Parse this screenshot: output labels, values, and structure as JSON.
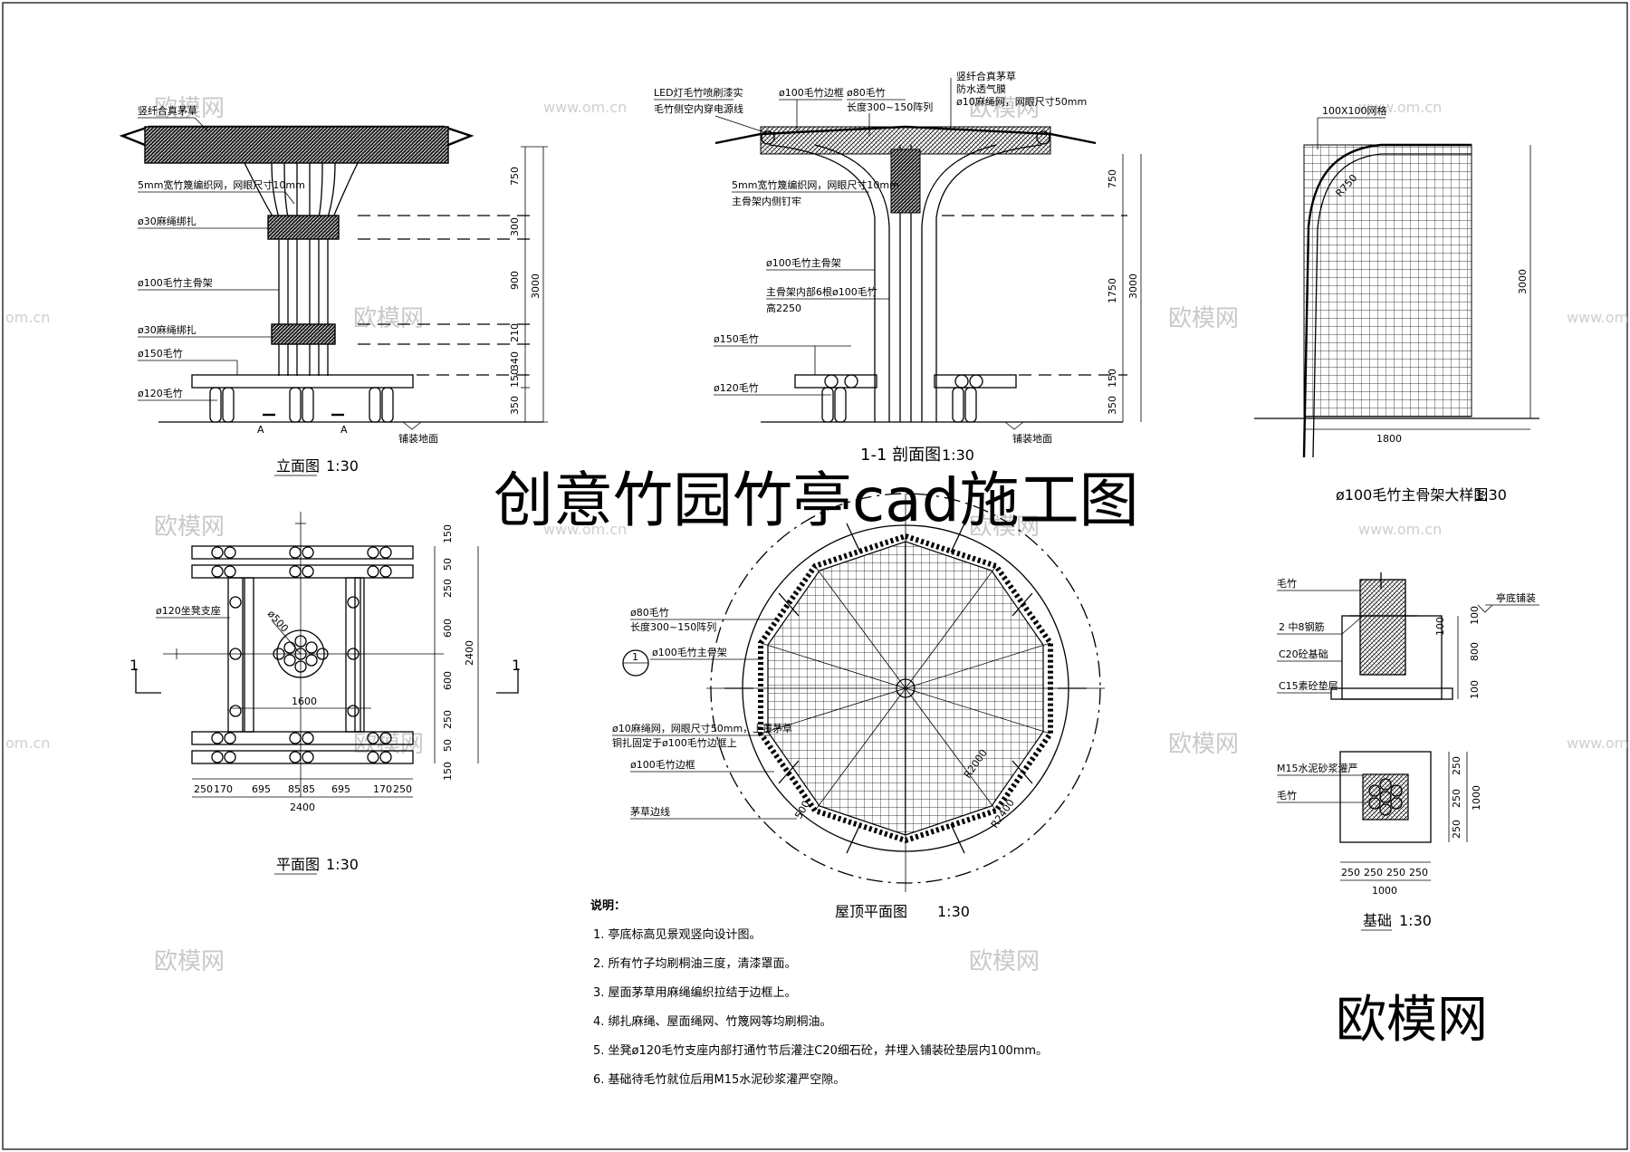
{
  "title": "创意竹园竹亭cad施工图",
  "brand": "欧模网",
  "watermark": {
    "logo": "欧模网",
    "url": "www.om.cn",
    "short": "om.cn"
  },
  "elevation": {
    "caption": "立面图",
    "scale": "1:30",
    "labels": [
      "竖纤合真茅草",
      "5mm宽竹篾编织网，网眼尺寸10mm",
      "ø30麻绳绑扎",
      "ø100毛竹主骨架",
      "ø30麻绳绑扎",
      "ø150毛竹",
      "ø120毛竹"
    ],
    "dims": [
      "750",
      "300",
      "900",
      "210",
      "340",
      "150",
      "350"
    ],
    "total": "3000",
    "section_mark": "A",
    "ground": "铺装地面"
  },
  "section": {
    "caption": "1-1 剖面图",
    "scale": "1:30",
    "labels_top": [
      "LED灯毛竹喷刷漆实",
      "毛竹侧空内穿电源线",
      "ø100毛竹边框",
      "ø80毛竹",
      "长度300~150阵列",
      "竖纤合真茅草",
      "防水透气膜",
      "ø10麻绳网，网眼尺寸50mm"
    ],
    "labels_left": [
      "5mm宽竹篾编织网，网眼尺寸10mm",
      "主骨架内侧钉牢",
      "ø100毛竹主骨架",
      "主骨架内部6根ø100毛竹",
      "高2250",
      "ø150毛竹",
      "ø120毛竹"
    ],
    "dims": [
      "750",
      "1750",
      "150",
      "350"
    ],
    "total": "3000",
    "ground": "铺装地面"
  },
  "frame_detail": {
    "caption": "ø100毛竹主骨架大样图",
    "scale": "1:30",
    "grid_label": "100X100网格",
    "radius": "R750",
    "width": "1800",
    "height": "3000"
  },
  "plan": {
    "caption": "平面图",
    "scale": "1:30",
    "labels": [
      "ø120坐凳支座",
      "ø500"
    ],
    "dims_right": [
      "150",
      "50",
      "250",
      "600",
      "600",
      "250",
      "50",
      "150"
    ],
    "total_right": "2400",
    "inner_width": "1600",
    "dims_bottom": [
      "250",
      "170",
      "695",
      "85",
      "85",
      "695",
      "170",
      "250"
    ],
    "total_bottom": "2400",
    "cut_mark": "1"
  },
  "roof": {
    "caption": "屋顶平面图",
    "scale": "1:30",
    "index": "1",
    "labels": [
      "ø80毛竹",
      "长度300~150阵列",
      "ø100毛竹主骨架",
      "ø10麻绳网，网眼尺寸50mm，上覆茅草",
      "铜扎固定于ø100毛竹边框上",
      "ø100毛竹边框",
      "茅草边线"
    ],
    "dims": [
      "500",
      "R2400",
      "R2000"
    ]
  },
  "foundation": {
    "caption": "基础",
    "scale": "1:30",
    "labels": [
      "毛竹",
      "亭底铺装",
      "2 中8钢筋",
      "C20砼基础",
      "C15素砼垫层",
      "M15水泥砂浆灌严",
      "毛竹"
    ],
    "dims_section": [
      "100",
      "100",
      "800",
      "100"
    ],
    "dims_plan_right": [
      "250",
      "250",
      "250"
    ],
    "total_right": "1000",
    "dims_plan_bottom": [
      "250",
      "250",
      "250",
      "250"
    ],
    "total_bottom": "1000"
  },
  "notes": {
    "heading": "说明：",
    "items": [
      "1.  亭底标高见景观竖向设计图。",
      "2.  所有竹子均刷桐油三度，清漆罩面。",
      "3.  屋面茅草用麻绳编织拉结于边框上。",
      "4.  绑扎麻绳、屋面绳网、竹篾网等均刷桐油。",
      "5.  坐凳ø120毛竹支座内部打通竹节后灌注C20细石砼，并埋入铺装砼垫层内100mm。",
      "6.  基础待毛竹就位后用M15水泥砂浆灌严空隙。"
    ]
  }
}
